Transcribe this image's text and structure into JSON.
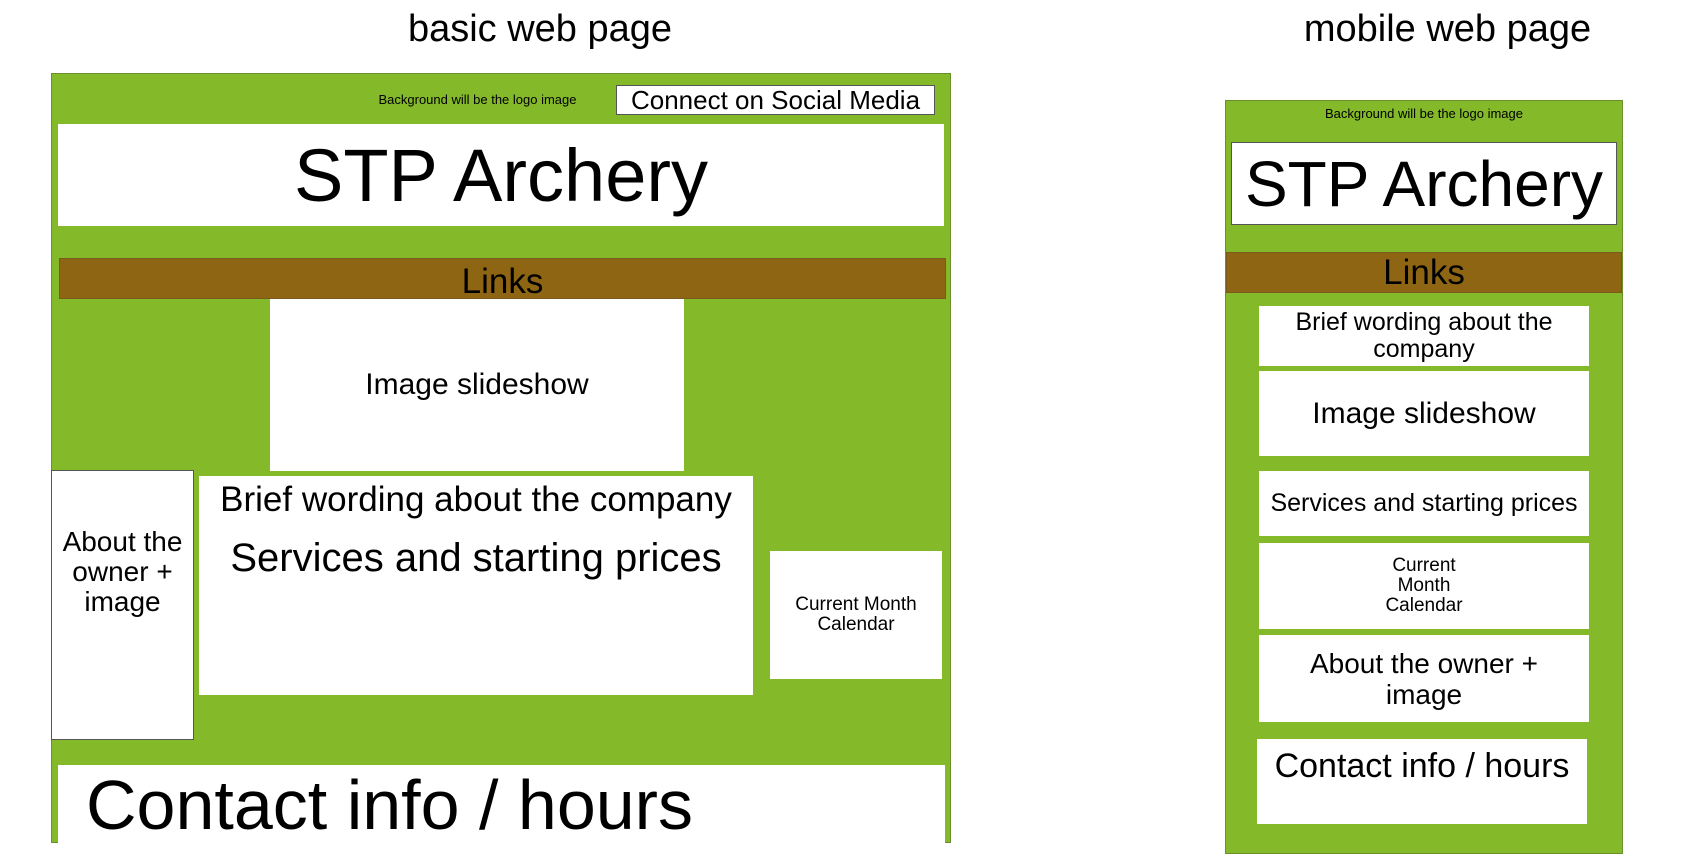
{
  "colors": {
    "green": "#84b929",
    "brown": "#8e6513",
    "box": "#ffffff"
  },
  "desktop": {
    "title": "basic web page",
    "background_note": "Background will be the logo image",
    "social": "Connect on Social Media",
    "header": "STP Archery",
    "links": "Links",
    "slideshow": "Image slideshow",
    "about": "About the owner + image",
    "brief": "Brief wording about the company",
    "services": "Services and starting prices",
    "calendar": "Current Month Calendar",
    "contact": "Contact info / hours"
  },
  "mobile": {
    "title": "mobile web page",
    "background_note": "Background will be the logo image",
    "header": "STP Archery",
    "links": "Links",
    "brief": "Brief wording about the company",
    "slideshow": "Image slideshow",
    "services": "Services and starting prices",
    "calendar": "Current Month Calendar",
    "about": "About the owner + image",
    "contact": "Contact info / hours"
  }
}
